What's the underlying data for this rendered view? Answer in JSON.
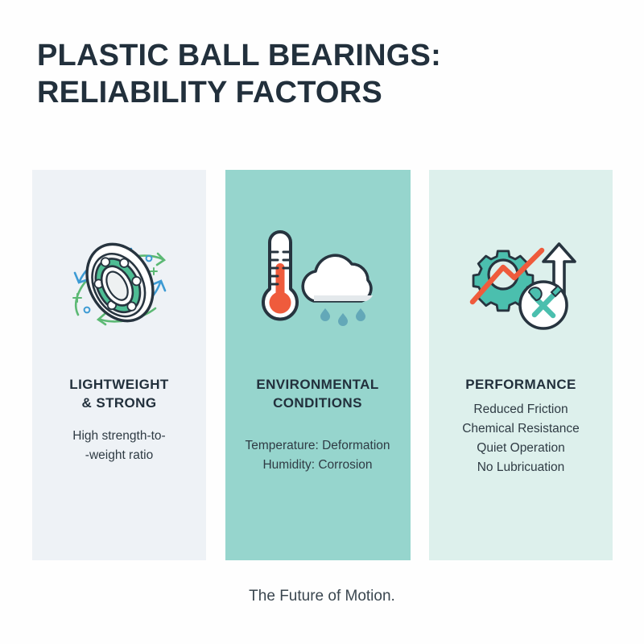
{
  "title": {
    "line1": "PLASTIC BALL BEARINGS:",
    "line2": "RELIABILITY FACTORS"
  },
  "panels": [
    {
      "id": "lightweight-strong",
      "heading": "LIGHTWEIGHT\n& STRONG",
      "body": "High strength-to-\n-weight ratio",
      "background": "#eef2f6",
      "icon": "ball-bearing-icon"
    },
    {
      "id": "environmental-conditions",
      "heading": "ENVIRONMENTAL\nCONDITIONS",
      "body": "Temperature: Deformation\nHumidity: Corrosion",
      "background": "#96d5cd",
      "icon": "thermometer-cloud-rain-icon"
    },
    {
      "id": "performance",
      "heading": "PERFORMANCE",
      "body": "Reduced Friction\nChemical Resistance\nQuiet Operation\nNo Lubricuation",
      "background": "#ddf0ec",
      "icon": "gear-trend-tools-icon"
    }
  ],
  "footer": {
    "tagline": "The Future of Motion."
  },
  "colors": {
    "title_text": "#22303c",
    "body_text": "#2f3b44",
    "outline_dark": "#27343f",
    "teal": "#4bbfae",
    "teal_light": "#7fd4c6",
    "orange": "#ef5b3c",
    "blue_arrow": "#3d9bd4",
    "green_arrow": "#5cb974",
    "raindrop": "#63a8b8",
    "white": "#ffffff"
  }
}
